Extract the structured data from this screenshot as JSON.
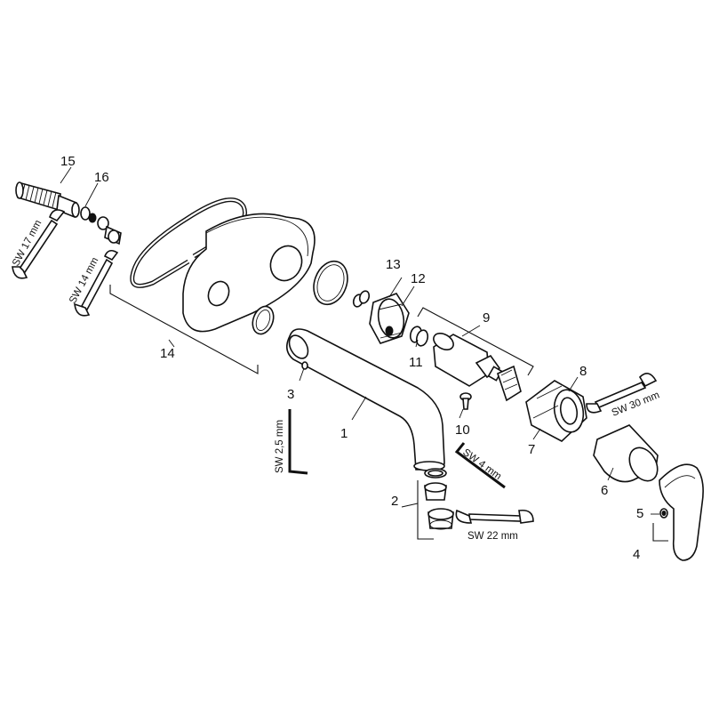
{
  "part_numbers": {
    "p1": "1",
    "p2": "2",
    "p3": "3",
    "p4": "4",
    "p5": "5",
    "p6": "6",
    "p7": "7",
    "p8": "8",
    "p9": "9",
    "p10": "10",
    "p11": "11",
    "p12": "12",
    "p13": "13",
    "p14": "14",
    "p15": "15",
    "p16": "16"
  },
  "tool_labels": {
    "sw17": "SW 17 mm",
    "sw14": "SW 14 mm",
    "sw25": "SW 2,5 mm",
    "sw4": "SW 4 mm",
    "sw22": "SW 22 mm",
    "sw30": "SW 30 mm"
  },
  "colors": {
    "ink": "#111111",
    "background": "#ffffff"
  }
}
